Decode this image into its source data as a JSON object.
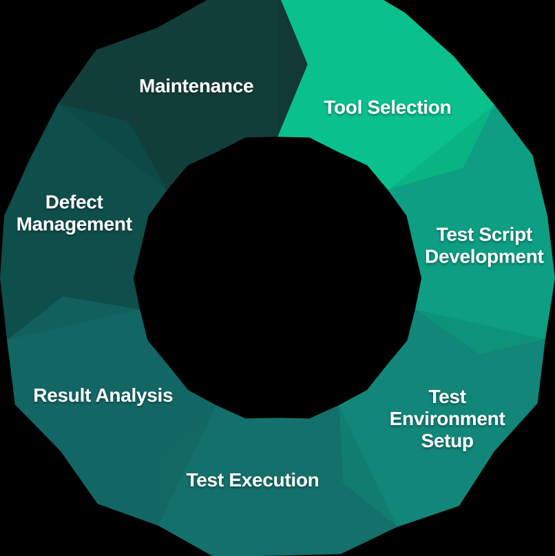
{
  "diagram": {
    "type": "cycle-donut",
    "flow": "clockwise",
    "background_color": "#000000",
    "label_color": "#ffffff",
    "segments": [
      {
        "id": "tool-selection",
        "label": "Tool Selection",
        "lines": [
          "Tool Selection"
        ],
        "color": "#0ac08c"
      },
      {
        "id": "test-script-development",
        "label": "Test Script Development",
        "lines": [
          "Test Script",
          "Development"
        ],
        "color": "#0d9e83"
      },
      {
        "id": "test-environment-setup",
        "label": "Test Environment Setup",
        "lines": [
          "Test",
          "Environment",
          "Setup"
        ],
        "color": "#128679"
      },
      {
        "id": "test-execution",
        "label": "Test Execution",
        "lines": [
          "Test Execution"
        ],
        "color": "#14706b"
      },
      {
        "id": "result-analysis",
        "label": "Result Analysis",
        "lines": [
          "Result Analysis"
        ],
        "color": "#126765"
      },
      {
        "id": "defect-management",
        "label": "Defect Management",
        "lines": [
          "Defect",
          "Management"
        ],
        "color": "#0e4e4b"
      },
      {
        "id": "maintenance",
        "label": "Maintenance",
        "lines": [
          "Maintenance"
        ],
        "color": "#123e3a"
      }
    ]
  }
}
